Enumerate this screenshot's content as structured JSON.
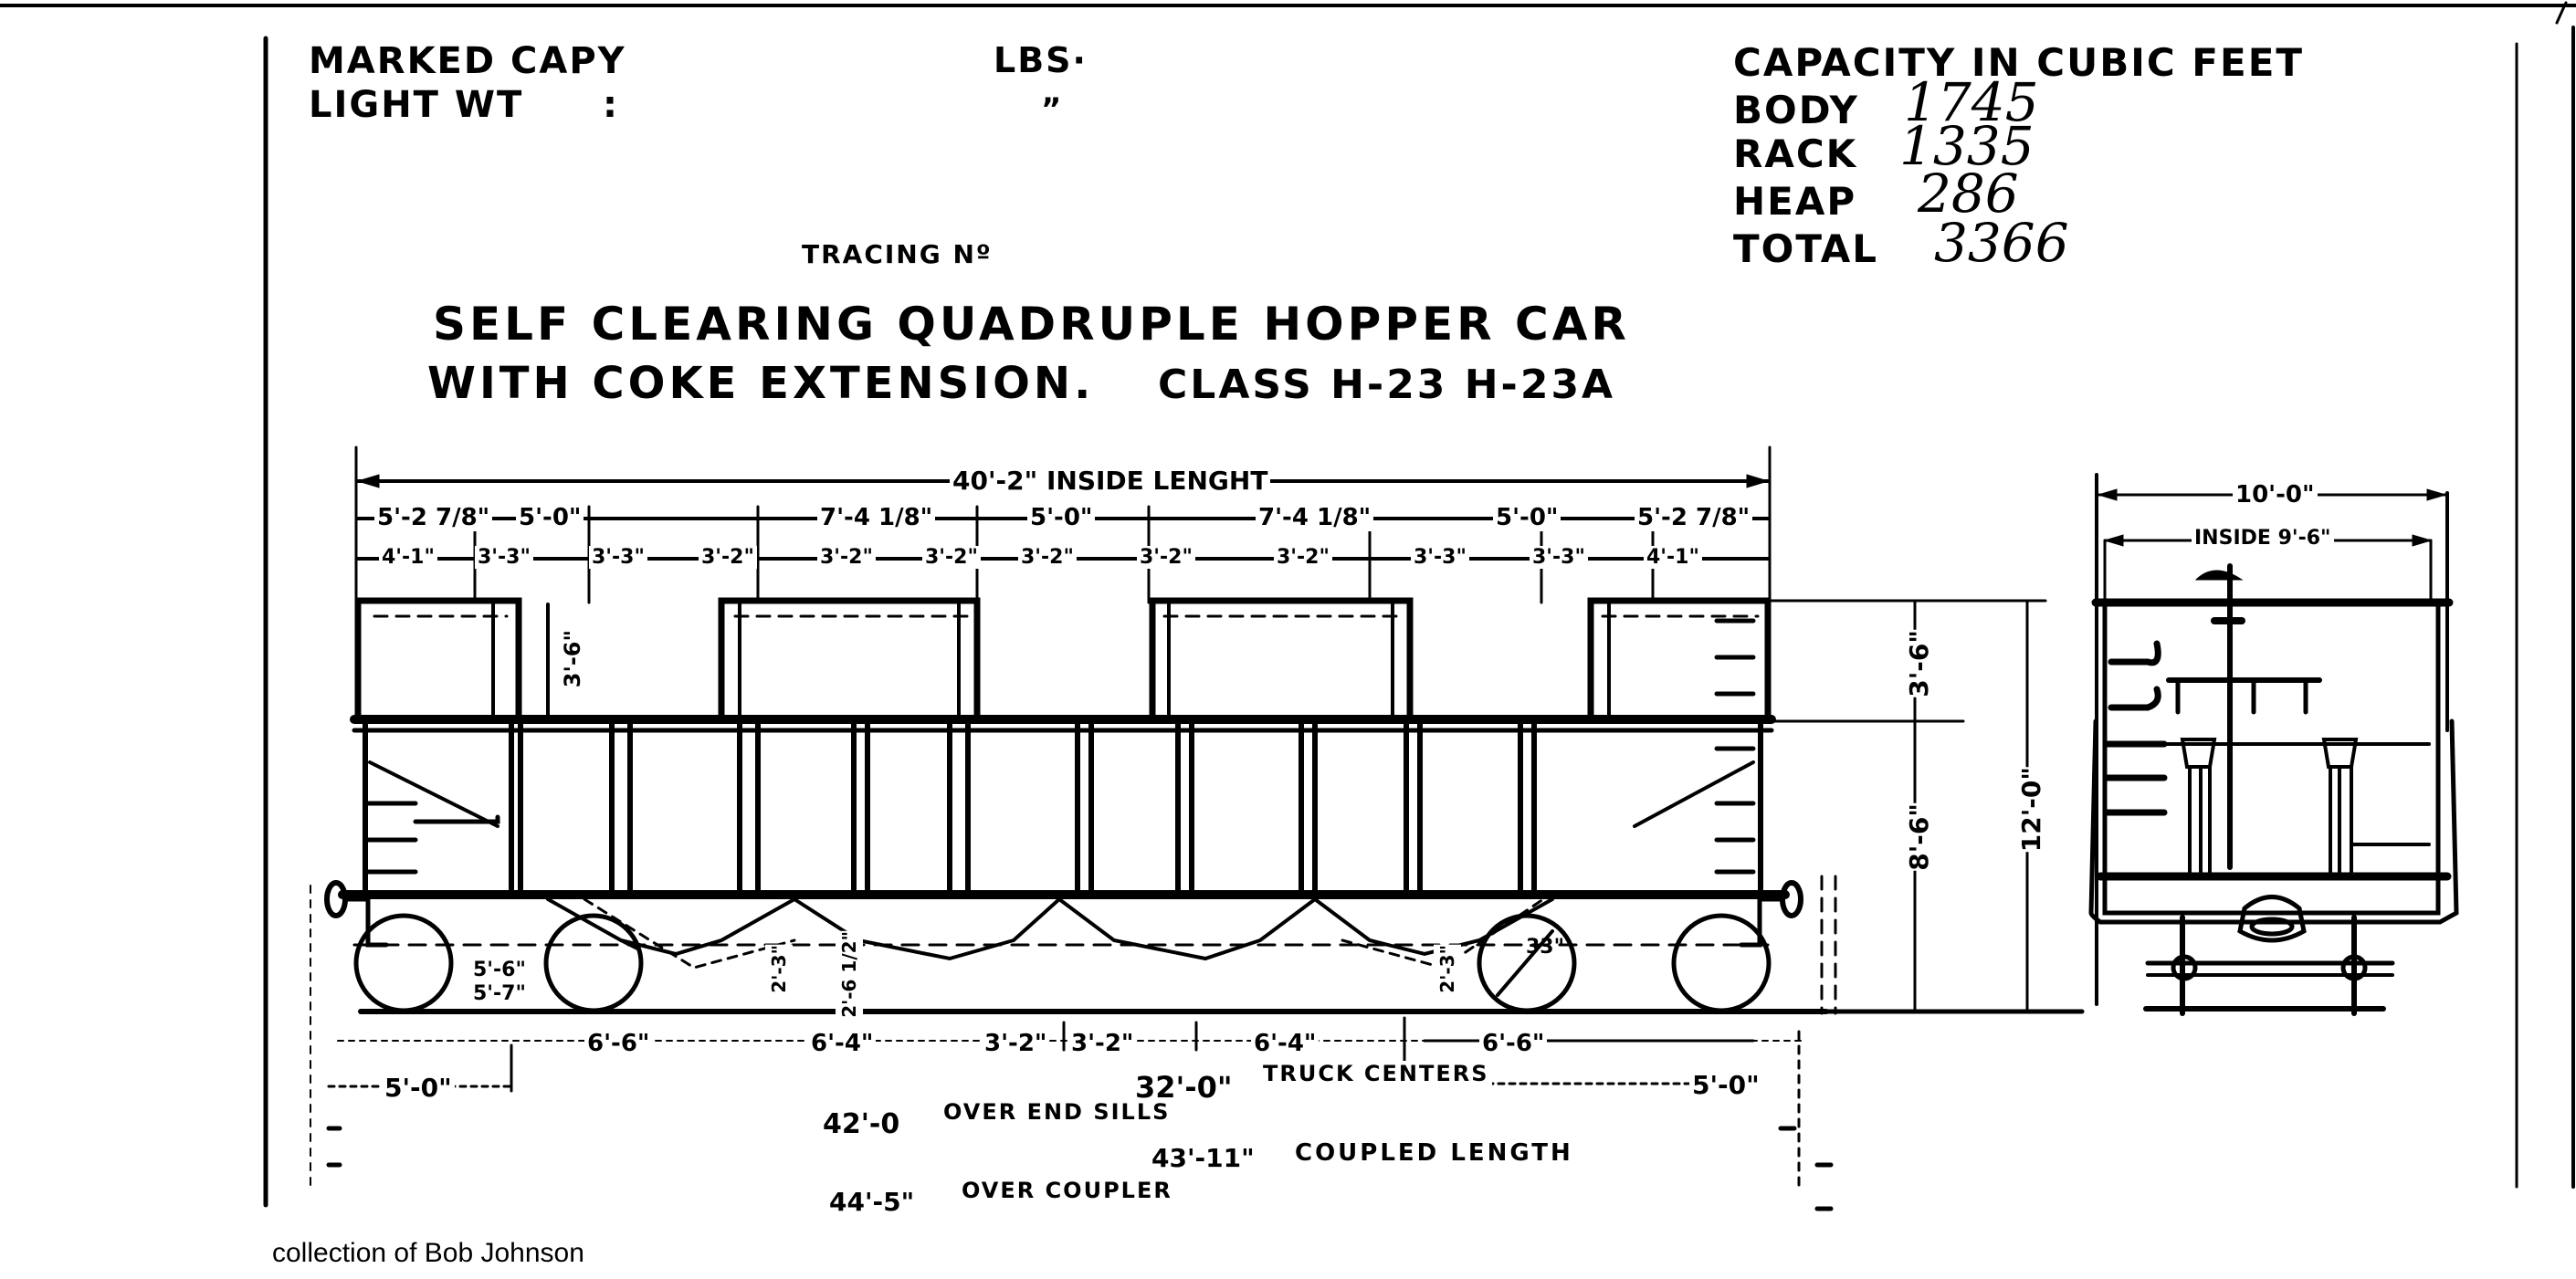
{
  "header": {
    "marked_capy_label": "MARKED CAPY",
    "light_wt_label": "LIGHT WT",
    "light_wt_colon": ":",
    "lbs_label": "LBS·",
    "ditto_mark": "”"
  },
  "capacity": {
    "title": "CAPACITY IN CUBIC FEET",
    "rows": [
      {
        "label": "BODY",
        "value": "1745"
      },
      {
        "label": "RACK",
        "value": "1335"
      },
      {
        "label": "HEAP",
        "value": "286"
      },
      {
        "label": "TOTAL",
        "value": "3366"
      }
    ]
  },
  "title": {
    "tracing_label": "TRACING Nº",
    "line1": "SELF CLEARING QUADRUPLE HOPPER CAR",
    "line2": "WITH COKE EXTENSION.",
    "class_label": "CLASS H-23 H-23A"
  },
  "side_view": {
    "inside_length": "40'-2\" INSIDE LENGHT",
    "upper_dims": [
      "5'-2 7/8\"",
      "5'-0\"",
      "7'-4 1/8\"",
      "5'-0\"",
      "7'-4 1/8\"",
      "5'-0\"",
      "5'-2 7/8\""
    ],
    "lower_dims": [
      "4'-1\"",
      "3'-3\"",
      "3'-3\"",
      "3'-2\"",
      "3'-2\"",
      "3'-2\"",
      "3'-2\"",
      "3'-2\"",
      "3'-2\"",
      "3'-3\"",
      "3'-3\"",
      "4'-1\""
    ],
    "extension_height": "3'-6\"",
    "body_height": "8'-6\"",
    "overall_height": "12'-0\"",
    "wheel_dims": [
      "5'-6\"",
      "5'-7\""
    ],
    "hopper_clearances": [
      "2'-3\"",
      "2'-6 1/2\"",
      "2'-3\""
    ],
    "wheel_diameter": "33\""
  },
  "bottom_dims": {
    "row1": [
      "6'-6\"",
      "6'-4\"",
      "3'-2\"",
      "3'-2\"",
      "6'-4\"",
      "6'-6\""
    ],
    "overhang_left": "5'-0\"",
    "overhang_right": "5'-0\"",
    "truck_centers_value": "32'-0\"",
    "truck_centers_label": "TRUCK CENTERS",
    "over_end_sills_value": "42'-0",
    "over_end_sills_label": "OVER END SILLS",
    "coupled_length_value": "43'-11\"",
    "coupled_length_label": "COUPLED LENGTH",
    "over_coupler_value": "44'-5\"",
    "over_coupler_label": "OVER COUPLER"
  },
  "end_view": {
    "outside_width": "10'-0\"",
    "inside_width": "INSIDE 9'-6\""
  },
  "footer": {
    "credit": "collection of Bob Johnson"
  }
}
